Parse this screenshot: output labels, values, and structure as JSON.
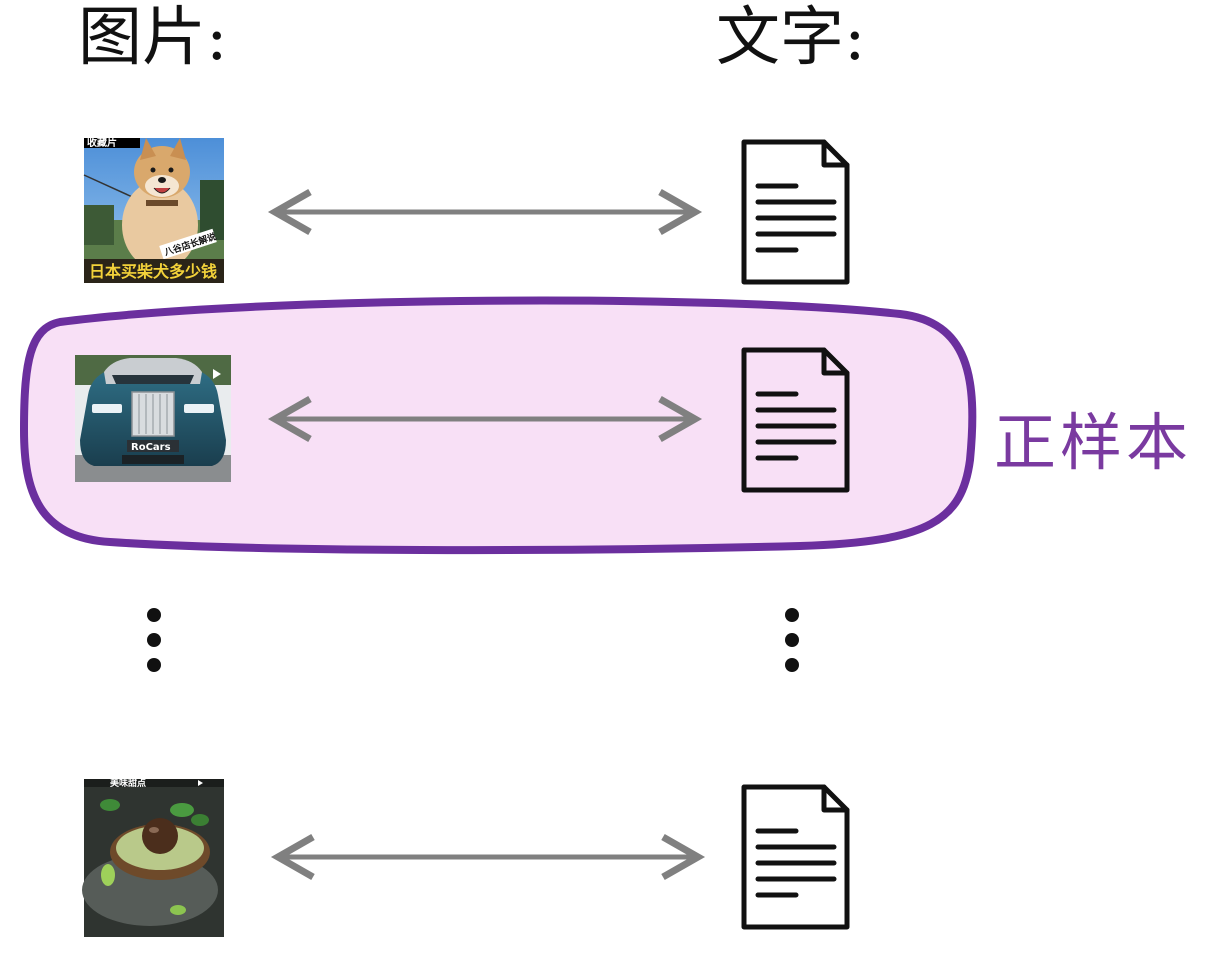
{
  "headings": {
    "images": "图片:",
    "texts": "文字:"
  },
  "positive_label": "正样本",
  "colors": {
    "highlight_fill": "#f8e0f6",
    "highlight_stroke": "#6b2f9e",
    "arrow": "#808080",
    "label": "#7a3aa0",
    "doc_stroke": "#111111"
  },
  "pairs": [
    {
      "thumb": "shiba-dog-photo",
      "top_caption": "收藏片",
      "badge": "八谷店长解说",
      "caption": "日本买柴犬多少钱"
    },
    {
      "thumb": "rolls-royce-car-photo",
      "plate": "RoCars"
    },
    {
      "thumb": "avocado-dessert-photo",
      "top_caption": "美味甜点"
    }
  ]
}
